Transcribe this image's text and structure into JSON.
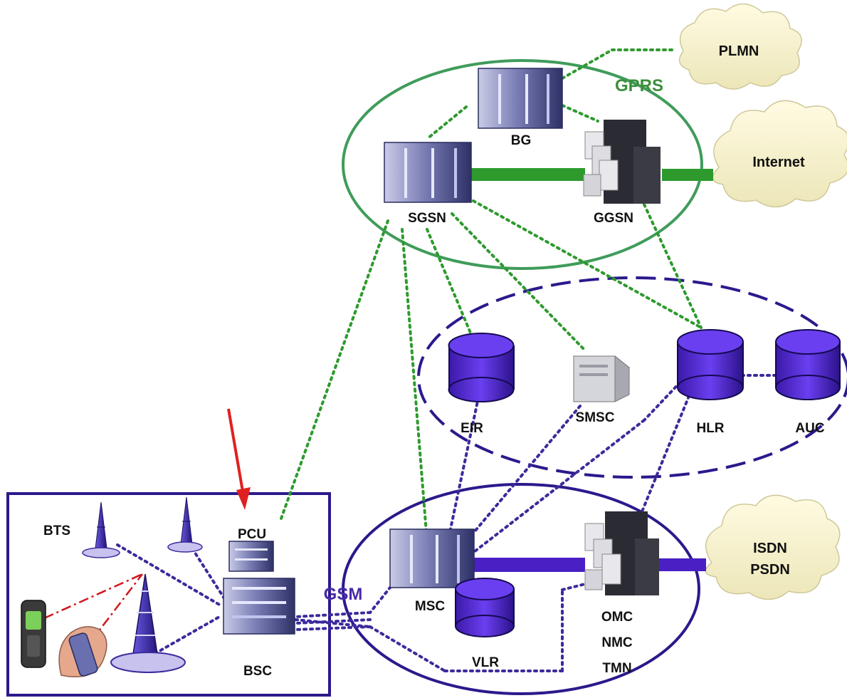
{
  "networks": {
    "gprs_label": "GPRS",
    "gsm_label": "GSM"
  },
  "clouds": {
    "plmn": "PLMN",
    "internet": "Internet",
    "isdn": "ISDN",
    "psdn": "PSDN"
  },
  "nodes": {
    "bg": "BG",
    "sgsn": "SGSN",
    "ggsn": "GGSN",
    "eir": "EIR",
    "smsc": "SMSC",
    "hlr": "HLR",
    "auc": "AUC",
    "msc": "MSC",
    "vlr": "VLR",
    "omc": "OMC",
    "nmc": "NMC",
    "tmn": "TMN",
    "bts": "BTS",
    "pcu": "PCU",
    "bsc": "BSC"
  },
  "colors": {
    "gprs": "#3c8f3c",
    "gsm": "#2a1a8c",
    "database": "#5a2fd0",
    "cloud": "#fbf6d2",
    "arrow": "#e02020"
  }
}
